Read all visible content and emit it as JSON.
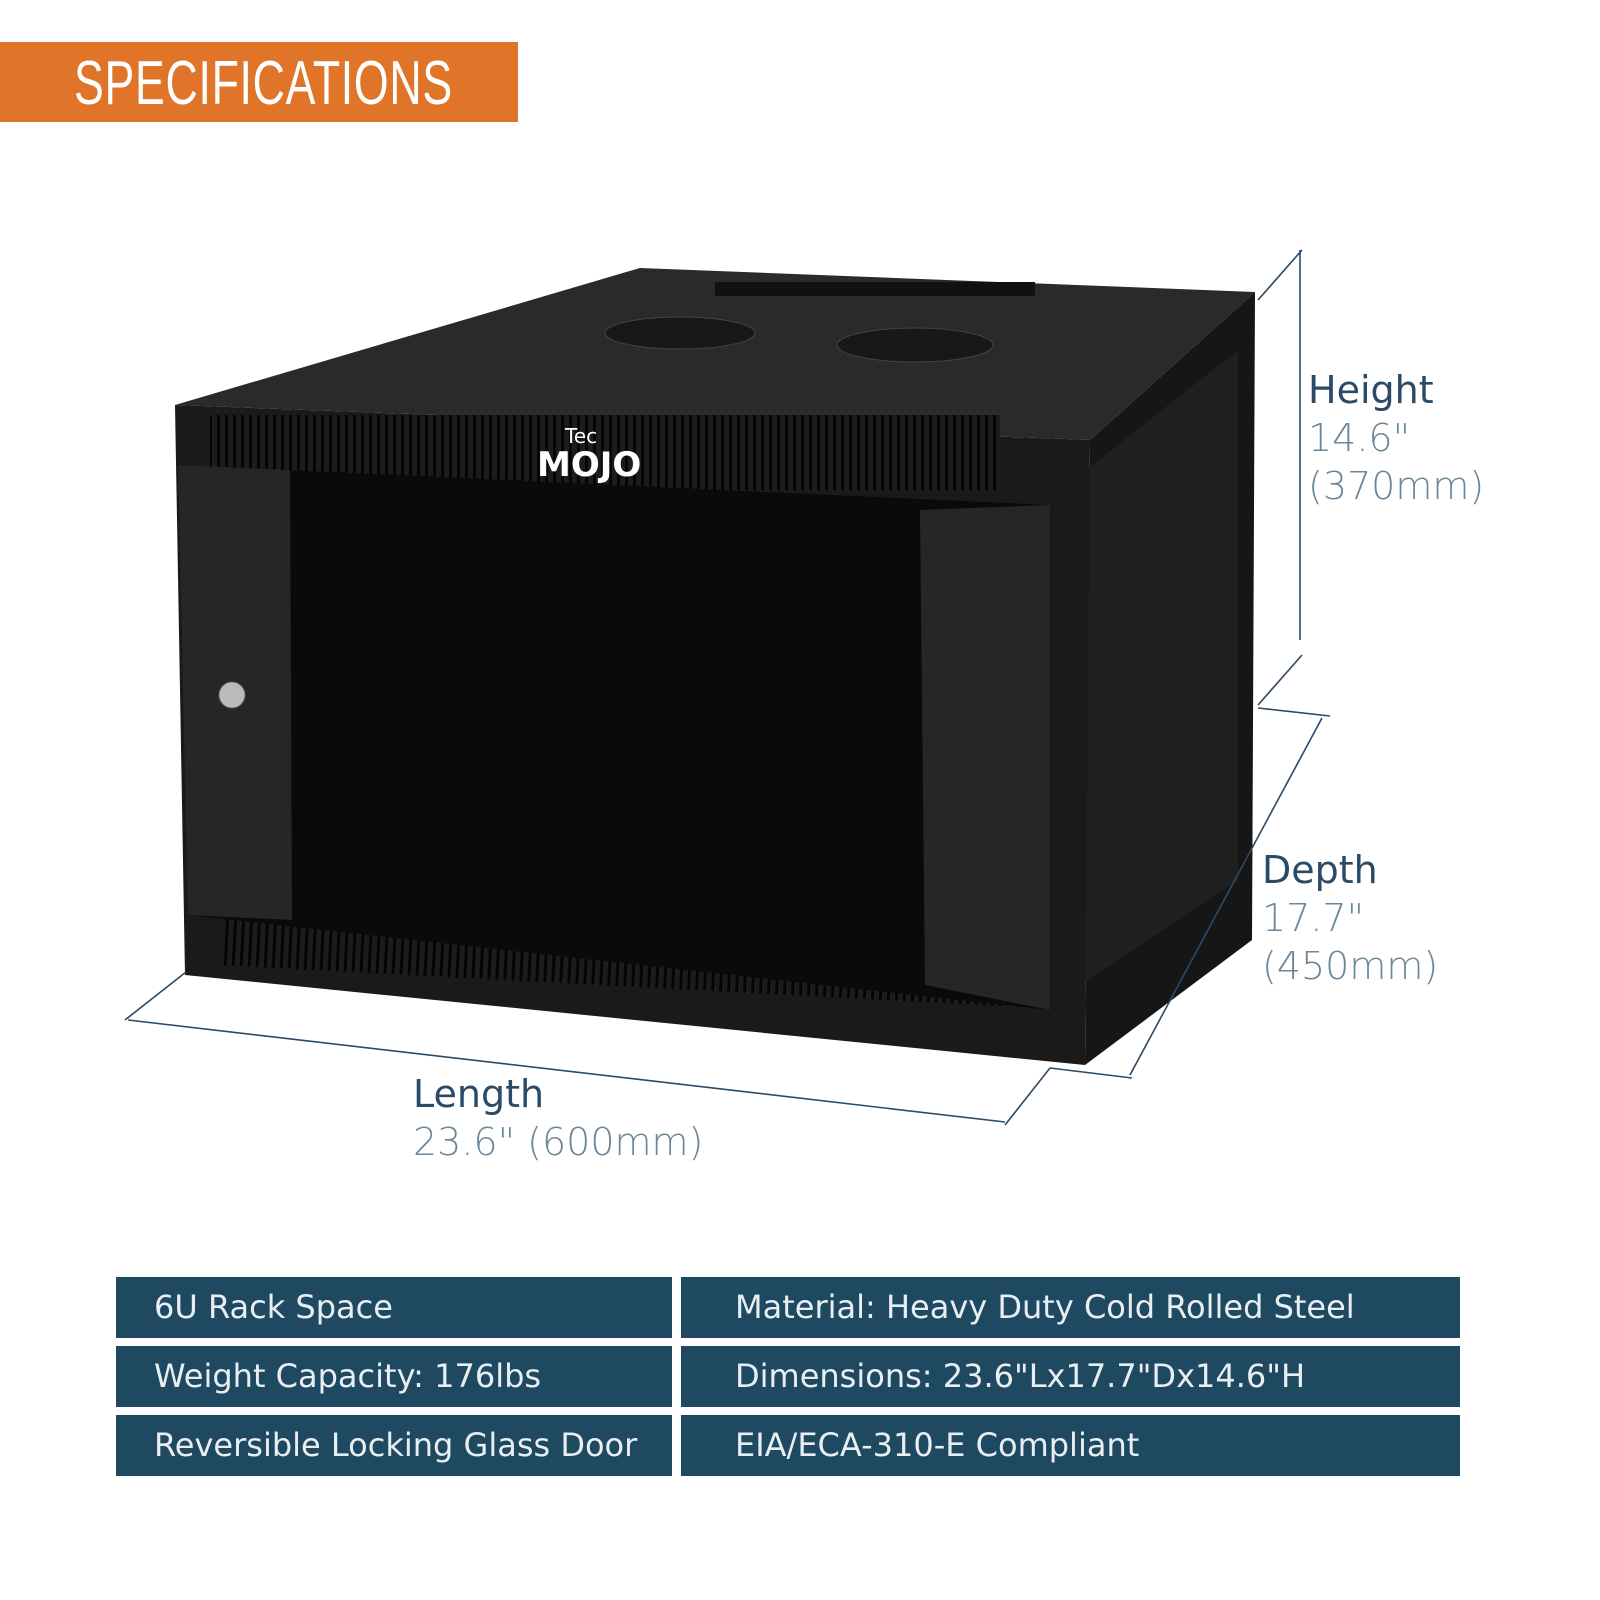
{
  "header": {
    "title": "SPECIFICATIONS"
  },
  "product": {
    "brand_small": "Tec",
    "brand_large": "MOJO"
  },
  "dimensions": {
    "height": {
      "label": "Height",
      "value_in": "14.6\"",
      "value_mm": "(370mm)"
    },
    "depth": {
      "label": "Depth",
      "value_in": "17.7\"",
      "value_mm": "(450mm)"
    },
    "length": {
      "label": "Length",
      "value": "23.6\" (600mm)"
    }
  },
  "specs": [
    [
      "6U Rack Space",
      "Material: Heavy Duty Cold Rolled Steel"
    ],
    [
      "Weight Capacity: 176lbs",
      "Dimensions: 23.6\"Lx17.7\"Dx14.6\"H"
    ],
    [
      "Reversible Locking Glass Door",
      "EIA/ECA-310-E Compliant"
    ]
  ],
  "colors": {
    "accent": "#e07428",
    "table_bg": "#1e4960",
    "label": "#2b4a66",
    "value": "#6d8799"
  }
}
